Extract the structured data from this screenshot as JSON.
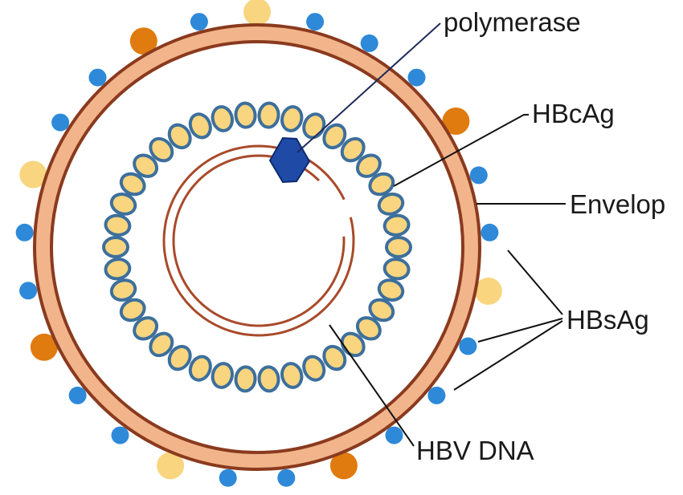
{
  "labels": {
    "polymerase": "polymerase",
    "hbcag": "HBcAg",
    "envelop": "Envelop",
    "hbsag": "HBsAg",
    "hbv_dna": "HBV DNA"
  },
  "colors": {
    "envelope_fill": "#f2b48a",
    "envelope_stroke": "#8a3a1e",
    "capsid_bead_fill": "#f8d57e",
    "capsid_bead_stroke": "#3d6f9c",
    "dna_strand": "#a84a2a",
    "polymerase_fill": "#1f4aa5",
    "polymerase_stroke": "#0e2a6e",
    "hbsag_blue": "#2e89d8",
    "hbsag_orange": "#e07b10",
    "hbsag_yellow": "#f8d57e",
    "leader_line": "#111111",
    "polymerase_leader": "#1e2a5a"
  },
  "capsid": {
    "bead_count": 38
  },
  "surface_particles": [
    {
      "type": "yellow"
    },
    {
      "type": "blue"
    },
    {
      "type": "blue"
    },
    {
      "type": "blue"
    },
    {
      "type": "orange"
    },
    {
      "type": "blue"
    },
    {
      "type": "blue"
    },
    {
      "type": "yellow"
    },
    {
      "type": "blue"
    },
    {
      "type": "blue"
    },
    {
      "type": "blue"
    },
    {
      "type": "orange"
    },
    {
      "type": "blue"
    },
    {
      "type": "blue"
    },
    {
      "type": "yellow"
    },
    {
      "type": "blue"
    },
    {
      "type": "blue"
    },
    {
      "type": "orange"
    },
    {
      "type": "blue"
    },
    {
      "type": "blue"
    },
    {
      "type": "yellow"
    },
    {
      "type": "blue"
    },
    {
      "type": "blue"
    },
    {
      "type": "orange"
    },
    {
      "type": "blue"
    }
  ]
}
